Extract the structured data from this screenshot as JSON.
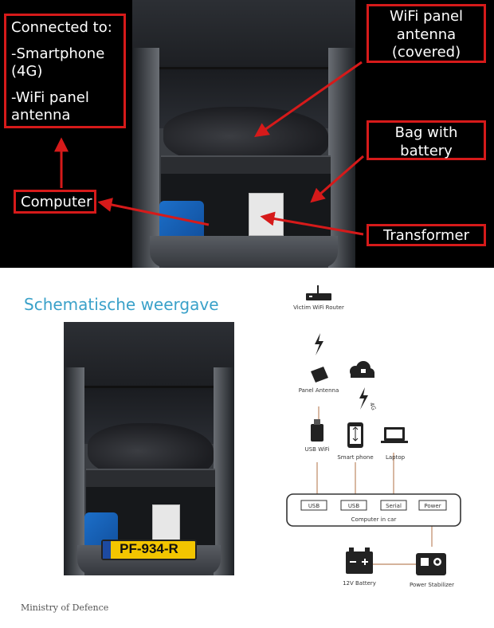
{
  "callouts": {
    "connected_title": "Connected to:",
    "connected_item1": "-Smartphone (4G)",
    "connected_item2": "-WiFi panel antenna",
    "wifi_panel": "WiFi panel antenna (covered)",
    "bag": "Bag with battery",
    "transformer": "Transformer",
    "computer": "Computer"
  },
  "schema": {
    "title": "Schematische weergave",
    "plate": "PF-934-R",
    "nodes": {
      "router": "Victim WiFi Router",
      "panel_antenna": "Panel Antenna",
      "usb_wifi": "USB WiFi",
      "smartphone": "Smart phone",
      "laptop": "Laptop",
      "computer": "Computer in car",
      "battery": "12V Battery",
      "stabilizer": "Power Stabilizer",
      "link_4g": "4G"
    },
    "ports": [
      "USB",
      "USB",
      "Serial",
      "Power"
    ],
    "colors": {
      "link": "#c79a7a",
      "title": "#3aa1c9",
      "callout_border": "#d61a1a"
    }
  },
  "credit": "Ministry of Defence"
}
